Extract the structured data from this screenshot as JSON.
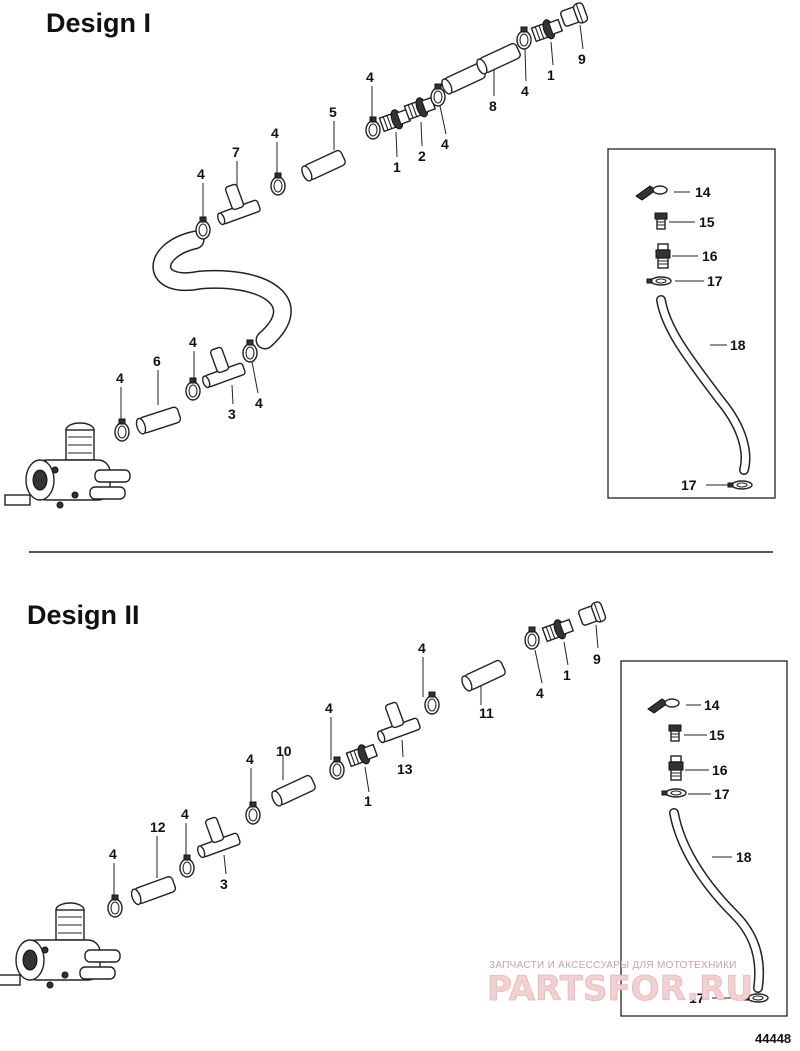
{
  "sections": [
    {
      "heading": "Design I",
      "callouts": [
        "1",
        "1",
        "2",
        "3",
        "4",
        "4",
        "4",
        "4",
        "4",
        "4",
        "4",
        "4",
        "5",
        "6",
        "7",
        "8",
        "9"
      ]
    },
    {
      "heading": "Design II",
      "callouts": [
        "1",
        "1",
        "3",
        "4",
        "4",
        "4",
        "4",
        "4",
        "4",
        "9",
        "10",
        "11",
        "12",
        "13"
      ]
    }
  ],
  "kit_box": {
    "callouts": [
      "14",
      "15",
      "16",
      "17",
      "18",
      "17"
    ]
  },
  "watermark": {
    "line1": "ЗАПЧАСТИ И АКСЕССУАРЫ ДЛЯ МОТОТЕХНИКИ",
    "line2": "PARTSFOR.RU"
  },
  "figure_number": "44448"
}
